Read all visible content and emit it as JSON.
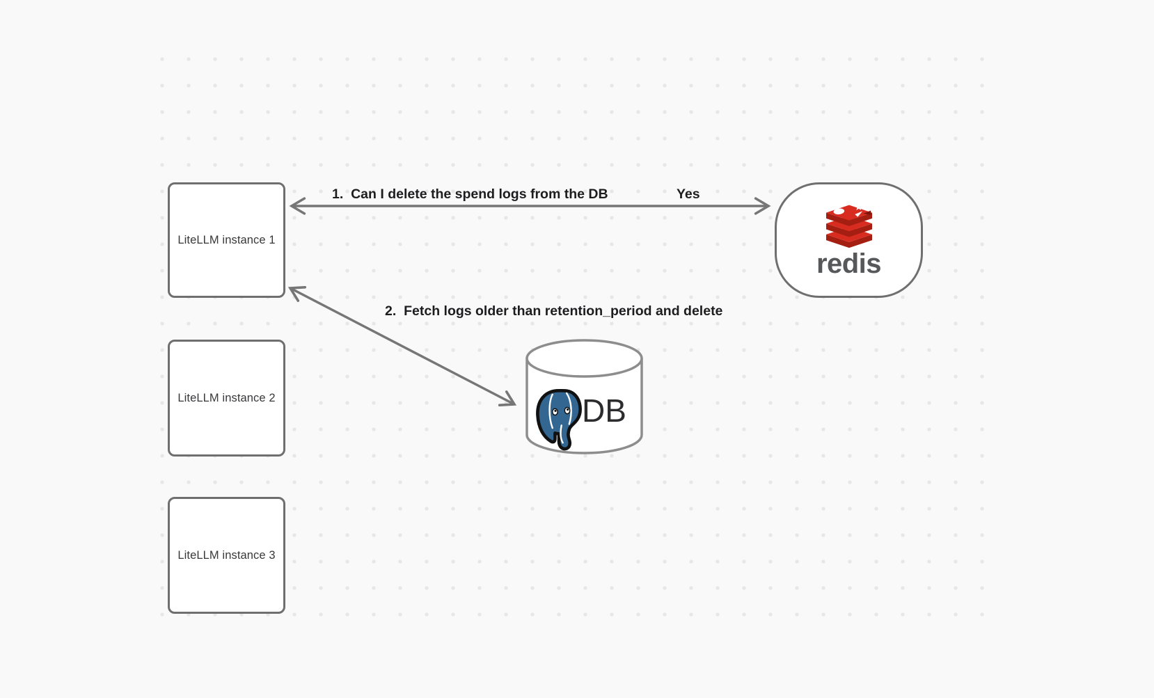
{
  "canvas": {
    "background": "#f9f9f9",
    "dot_color": "#e7e7e7"
  },
  "nodes": {
    "instances": [
      {
        "label": "LiteLLM instance 1"
      },
      {
        "label": "LiteLLM instance 2"
      },
      {
        "label": "LiteLLM instance 3"
      }
    ],
    "redis": {
      "wordmark": "redis"
    },
    "database": {
      "label": "DB"
    }
  },
  "arrows": {
    "redis_question": {
      "label": "1.  Can I delete the spend logs from the DB",
      "answer": "Yes"
    },
    "db_fetch": {
      "label": "2.  Fetch logs older than retention_period and delete"
    }
  },
  "colors": {
    "stroke_gray": "#767676",
    "border_gray": "#6f6f6f",
    "cylinder_gray": "#8d8d8d",
    "text_dark": "#1d1d1f",
    "redis_red": "#D82C20",
    "redis_dark_red": "#A41E11",
    "redis_text": "#57585a",
    "postgres_blue": "#336791"
  }
}
